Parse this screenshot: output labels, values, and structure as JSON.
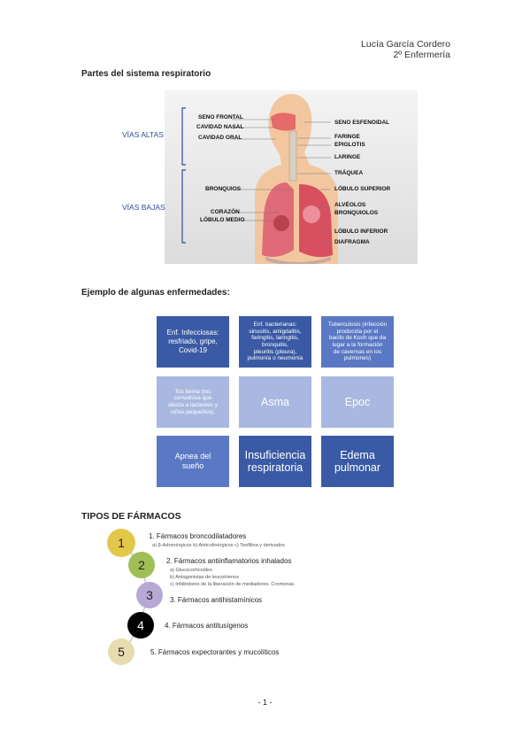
{
  "header": {
    "author": "Lucía García Cordero",
    "course": "2º Enfermería"
  },
  "section1_title": "Partes del sistema respiratorio",
  "anatomy": {
    "groups": [
      "VÍAS ALTAS",
      "VÍAS BAJAS"
    ],
    "left_labels": [
      "SENO FRONTAL",
      "CAVIDAD NASAL",
      "CAVIDAD ORAL",
      "BRONQUIOS",
      "CORAZÓN",
      "LÓBULO MEDIO"
    ],
    "right_labels": [
      "SENO ESFENOIDAL",
      "FARINGE",
      "EPIGLOTIS",
      "LARINGE",
      "TRÁQUEA",
      "LÓBULO SUPERIOR",
      "ALVÉOLOS",
      "BRONQUIOLOS",
      "LÓBULO INFERIOR",
      "DIAFRAGMA"
    ]
  },
  "section2_title": "Ejemplo de algunas enfermedades:",
  "diseases": [
    [
      "Enf. Infecciosas:",
      "resfriado, gripe,",
      "Covid-19"
    ],
    [
      "Enf. bacterianas:",
      "sinusitis, amigdalitis,",
      "faringitis, laringitis,",
      "bronquitis,",
      "pleuritis (pleura),",
      "pulmonía o neumonía"
    ],
    [
      "Tuberculosis (infección",
      "producida por el",
      "bacilo de Koch que da",
      "lugar a la formación",
      "de cavernas en los",
      "pulmones)"
    ],
    [
      "Tos ferina (tos",
      "convulsiva que",
      "afecta a lactantes y",
      "niños pequeños)."
    ],
    [
      "Asma"
    ],
    [
      "Epoc"
    ],
    [
      "Apnea del",
      "sueño"
    ],
    [
      "Insuficiencia",
      "respiratoria"
    ],
    [
      "Edema",
      "pulmonar"
    ]
  ],
  "section3_title": "TIPOS DE FÁRMACOS",
  "drugs": [
    {
      "num": "1",
      "label": "1. Fármacos broncodilatadores",
      "subs": [
        "a) β-Adrenérgicos b) Anticolinérgicos c) Teofilina y derivados"
      ]
    },
    {
      "num": "2",
      "label": "2. Fármacos antiinflamatorios inhalados",
      "subs": [
        "a) Glucocorticoides",
        "b) Antagonistas de leucotrienos",
        "c) Inhibidores de la liberación de mediadores. Cromonas."
      ]
    },
    {
      "num": "3",
      "label": "3. Fármacos antihistamínicos",
      "subs": []
    },
    {
      "num": "4",
      "label": "4. Fármacos antitusígenos",
      "subs": []
    },
    {
      "num": "5",
      "label": "5. Fármacos expectorantes y mucolíticos",
      "subs": []
    }
  ],
  "colors": {
    "dark": "#3a5aa5",
    "mid": "#5b78c4",
    "light": "#a9b8e0",
    "d1": "#e2c84a",
    "d2": "#9fbe56",
    "d3": "#b6a9d6",
    "d4": "#000000",
    "d5": "#e7dcb0"
  },
  "page_number": "- 1 -"
}
